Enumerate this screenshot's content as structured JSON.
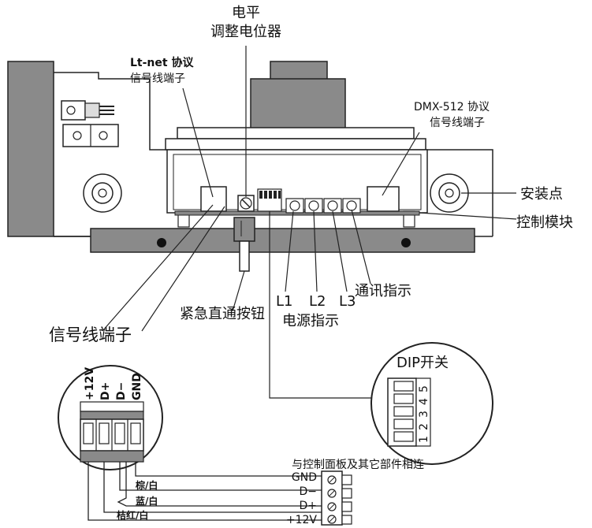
{
  "labels": {
    "level_pot_l1": "电平",
    "level_pot_l2": "调整电位器",
    "ltnet_l1": "Lt-net 协议",
    "ltnet_l2": "信号线端子",
    "dmx_l1": "DMX-512 协议",
    "dmx_l2": "信号线端子",
    "mount_point": "安装点",
    "control_module": "控制模块",
    "comm_indicator": "通讯指示",
    "l1": "L1",
    "l2": "L2",
    "l3": "L3",
    "power_indicator": "电源指示",
    "bypass_button": "紧急直通按钮",
    "signal_terminal": "信号线端子",
    "dip_switch": "DIP开关",
    "connect_note": "与控制面板及其它部件相连"
  },
  "terminal_pins": [
    "+12V",
    "D+",
    "D−",
    "GND"
  ],
  "dip_numbers": [
    "1",
    "2",
    "3",
    "4",
    "5"
  ],
  "connector_pins": [
    "GND",
    "D−",
    "D+",
    "+12V"
  ],
  "wires": [
    "棕/白",
    "蓝/白",
    "桔红/白"
  ]
}
